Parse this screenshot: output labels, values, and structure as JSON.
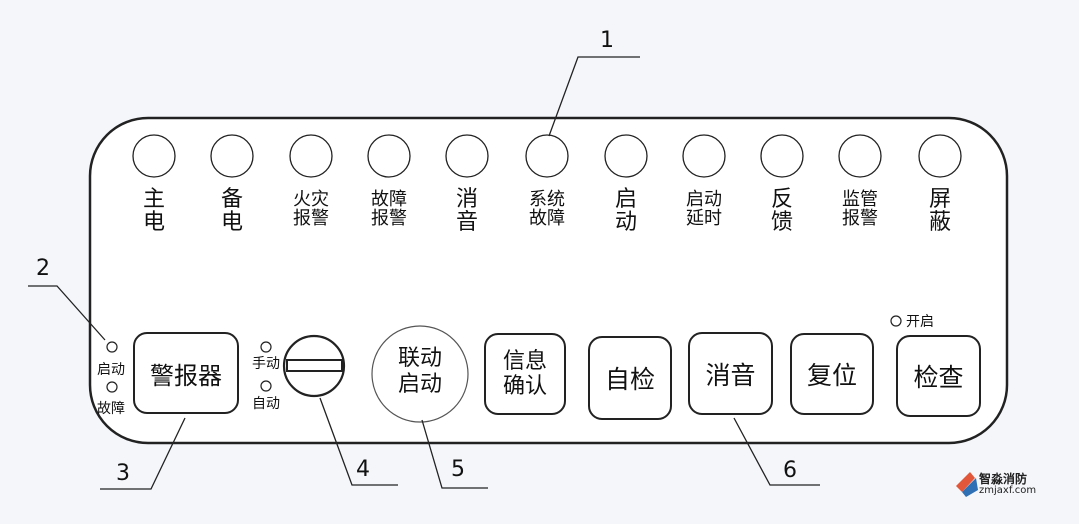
{
  "indicators": [
    {
      "l1": "主",
      "l2": "电",
      "size": "big"
    },
    {
      "l1": "备",
      "l2": "电",
      "size": "big"
    },
    {
      "l1": "火灾",
      "l2": "报警",
      "size": "mid"
    },
    {
      "l1": "故障",
      "l2": "报警",
      "size": "mid"
    },
    {
      "l1": "消",
      "l2": "音",
      "size": "big"
    },
    {
      "l1": "系统",
      "l2": "故障",
      "size": "mid"
    },
    {
      "l1": "启",
      "l2": "动",
      "size": "big"
    },
    {
      "l1": "启动",
      "l2": "延时",
      "size": "mid"
    },
    {
      "l1": "反",
      "l2": "馈",
      "size": "big"
    },
    {
      "l1": "监管",
      "l2": "报警",
      "size": "mid"
    },
    {
      "l1": "屏",
      "l2": "蔽",
      "size": "big"
    }
  ],
  "alarm_leds": {
    "start": "启动",
    "fault": "故障"
  },
  "key_leds": {
    "manual": "手动",
    "auto": "自动"
  },
  "buttons": {
    "alarm": "警报器",
    "link_start_l1": "联动",
    "link_start_l2": "启动",
    "info_l1": "信息",
    "info_l2": "确认",
    "selftest": "自检",
    "mute": "消音",
    "reset": "复位",
    "check": "检查"
  },
  "check_led": "开启",
  "callouts": {
    "c1": "1",
    "c2": "2",
    "c3": "3",
    "c4": "4",
    "c5": "5",
    "c6": "6"
  },
  "logo": {
    "name": "智淼消防",
    "url": "zmjaxf.com"
  }
}
